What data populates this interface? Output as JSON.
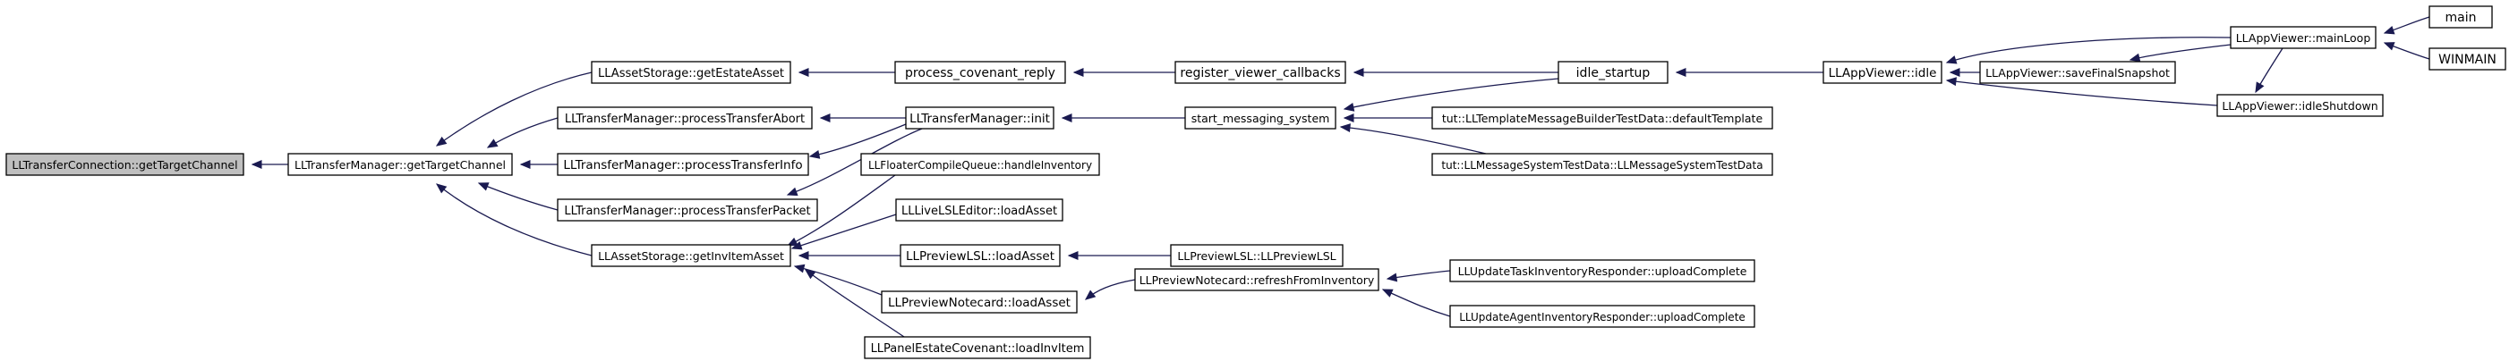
{
  "graph": {
    "colors": {
      "root_fill": "#bfbfbf",
      "node_fill": "#ffffff",
      "node_stroke": "#000000",
      "edge": "#1a1a50"
    },
    "nodes": [
      {
        "id": "n0",
        "label": "LLTransferConnection::getTargetChannel",
        "root": true
      },
      {
        "id": "n1",
        "label": "LLTransferManager::getTargetChannel"
      },
      {
        "id": "n2",
        "label": "LLAssetStorage::getEstateAsset"
      },
      {
        "id": "n3",
        "label": "LLTransferManager::processTransferAbort"
      },
      {
        "id": "n4",
        "label": "LLTransferManager::processTransferInfo"
      },
      {
        "id": "n5",
        "label": "LLTransferManager::processTransferPacket"
      },
      {
        "id": "n6",
        "label": "LLAssetStorage::getInvItemAsset"
      },
      {
        "id": "n7",
        "label": "process_covenant_reply"
      },
      {
        "id": "n8",
        "label": "LLTransferManager::init"
      },
      {
        "id": "n9",
        "label": "LLFloaterCompileQueue::handleInventory"
      },
      {
        "id": "n10",
        "label": "LLLiveLSLEditor::loadAsset"
      },
      {
        "id": "n11",
        "label": "LLPreviewLSL::loadAsset"
      },
      {
        "id": "n12",
        "label": "LLPreviewNotecard::loadAsset"
      },
      {
        "id": "n13",
        "label": "LLPanelEstateCovenant::loadInvItem"
      },
      {
        "id": "n14",
        "label": "register_viewer_callbacks"
      },
      {
        "id": "n15",
        "label": "start_messaging_system"
      },
      {
        "id": "n16",
        "label": "LLPreviewLSL::LLPreviewLSL"
      },
      {
        "id": "n17",
        "label": "LLPreviewNotecard::refreshFromInventory"
      },
      {
        "id": "n18",
        "label": "idle_startup"
      },
      {
        "id": "n19",
        "label": "tut::LLTemplateMessageBuilderTestData::defaultTemplate"
      },
      {
        "id": "n20",
        "label": "tut::LLMessageSystemTestData::LLMessageSystemTestData"
      },
      {
        "id": "n21",
        "label": "LLUpdateTaskInventoryResponder::uploadComplete"
      },
      {
        "id": "n22",
        "label": "LLUpdateAgentInventoryResponder::uploadComplete"
      },
      {
        "id": "n23",
        "label": "LLAppViewer::idle"
      },
      {
        "id": "n24",
        "label": "LLAppViewer::saveFinalSnapshot"
      },
      {
        "id": "n25",
        "label": "LLAppViewer::idleShutdown"
      },
      {
        "id": "n26",
        "label": "LLAppViewer::mainLoop"
      },
      {
        "id": "n27",
        "label": "main"
      },
      {
        "id": "n28",
        "label": "WINMAIN"
      }
    ],
    "edges": [
      {
        "from": "n1",
        "to": "n0"
      },
      {
        "from": "n2",
        "to": "n1"
      },
      {
        "from": "n3",
        "to": "n1"
      },
      {
        "from": "n4",
        "to": "n1"
      },
      {
        "from": "n5",
        "to": "n1"
      },
      {
        "from": "n6",
        "to": "n1"
      },
      {
        "from": "n7",
        "to": "n2"
      },
      {
        "from": "n8",
        "to": "n3"
      },
      {
        "from": "n8",
        "to": "n4"
      },
      {
        "from": "n8",
        "to": "n5"
      },
      {
        "from": "n9",
        "to": "n6"
      },
      {
        "from": "n10",
        "to": "n6"
      },
      {
        "from": "n11",
        "to": "n6"
      },
      {
        "from": "n12",
        "to": "n6"
      },
      {
        "from": "n13",
        "to": "n6"
      },
      {
        "from": "n14",
        "to": "n7"
      },
      {
        "from": "n15",
        "to": "n8"
      },
      {
        "from": "n16",
        "to": "n11"
      },
      {
        "from": "n17",
        "to": "n12"
      },
      {
        "from": "n18",
        "to": "n14"
      },
      {
        "from": "n18",
        "to": "n15"
      },
      {
        "from": "n19",
        "to": "n15"
      },
      {
        "from": "n20",
        "to": "n15"
      },
      {
        "from": "n21",
        "to": "n17"
      },
      {
        "from": "n22",
        "to": "n17"
      },
      {
        "from": "n23",
        "to": "n18"
      },
      {
        "from": "n24",
        "to": "n23"
      },
      {
        "from": "n25",
        "to": "n23"
      },
      {
        "from": "n26",
        "to": "n23"
      },
      {
        "from": "n26",
        "to": "n24"
      },
      {
        "from": "n26",
        "to": "n25"
      },
      {
        "from": "n27",
        "to": "n26"
      },
      {
        "from": "n28",
        "to": "n26"
      }
    ]
  }
}
